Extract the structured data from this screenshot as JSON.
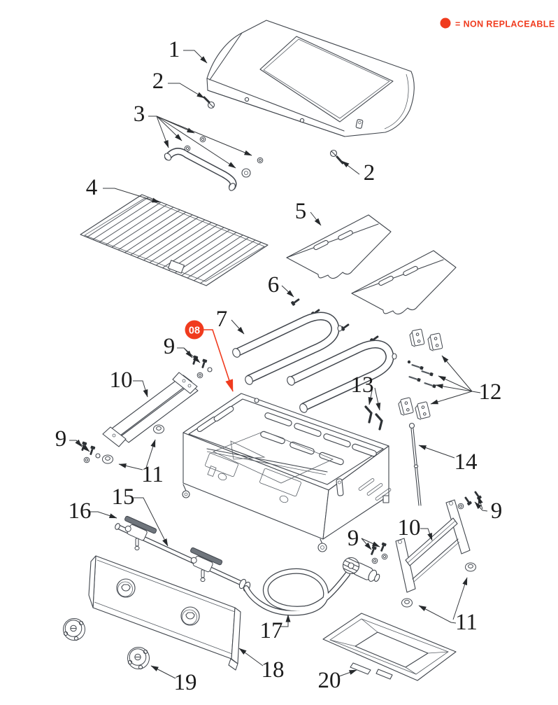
{
  "legend": {
    "dot_icon": "non-replaceable-dot",
    "text": "= NON REPLACEABLE",
    "color": "#f03b1e"
  },
  "highlight_badge": {
    "label": "08",
    "bg": "#f03b1e",
    "fg": "#ffffff"
  },
  "callouts": [
    {
      "id": "lid",
      "label": "1"
    },
    {
      "id": "lid-screw-left",
      "label": "2"
    },
    {
      "id": "handle-hardware",
      "label": "3"
    },
    {
      "id": "lid-screw-right",
      "label": "2"
    },
    {
      "id": "cooking-grate",
      "label": "4"
    },
    {
      "id": "heat-plate",
      "label": "5"
    },
    {
      "id": "heat-plate-screw",
      "label": "6"
    },
    {
      "id": "burner",
      "label": "7"
    },
    {
      "id": "bolt-set-upper-left",
      "label": "9"
    },
    {
      "id": "left-leg",
      "label": "10"
    },
    {
      "id": "igniter-bolts",
      "label": "13"
    },
    {
      "id": "hinge-brackets",
      "label": "12"
    },
    {
      "id": "bolt-set-lower-left",
      "label": "9"
    },
    {
      "id": "crossover-rod",
      "label": "14"
    },
    {
      "id": "left-feet",
      "label": "11"
    },
    {
      "id": "manifold",
      "label": "15"
    },
    {
      "id": "valve",
      "label": "16"
    },
    {
      "id": "bolt-set-right",
      "label": "9"
    },
    {
      "id": "right-leg-frame",
      "label": "10"
    },
    {
      "id": "bolt-set-bottom",
      "label": "9"
    },
    {
      "id": "right-feet",
      "label": "11"
    },
    {
      "id": "hose-regulator",
      "label": "17"
    },
    {
      "id": "control-panel",
      "label": "18"
    },
    {
      "id": "control-knob",
      "label": "19"
    },
    {
      "id": "grease-tray",
      "label": "20"
    }
  ],
  "colors": {
    "accent": "#f03b1e",
    "line": "#41464d",
    "label": "#1b1b1b",
    "background": "#ffffff"
  }
}
